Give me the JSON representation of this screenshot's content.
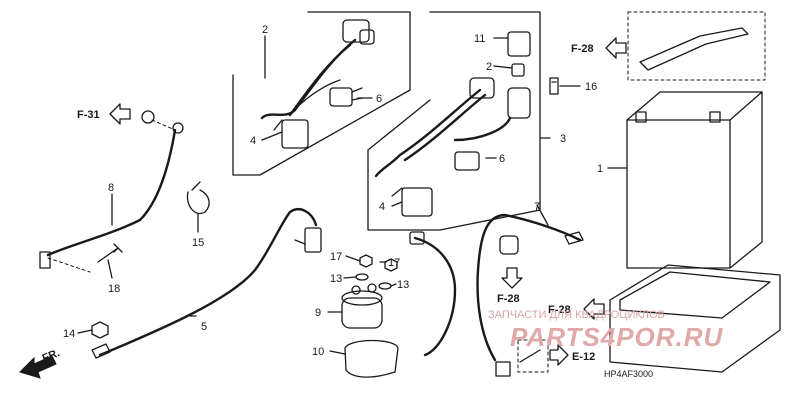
{
  "part_numbers": {
    "p1": "1",
    "p2a": "2",
    "p2b": "2",
    "p3": "3",
    "p4a": "4",
    "p4b": "4",
    "p5": "5",
    "p6a": "6",
    "p6b": "6",
    "p7": "7",
    "p8": "8",
    "p9": "9",
    "p10": "10",
    "p11": "11",
    "p13a": "13",
    "p13b": "13",
    "p14": "14",
    "p15": "15",
    "p16": "16",
    "p17a": "17",
    "p17b": "17",
    "p18": "18"
  },
  "references": {
    "f31": "F-31",
    "f28_top": "F-28",
    "f28_mid": "F-28",
    "f28_right": "F-28",
    "e12": "E-12",
    "fr": "FR."
  },
  "diagram_code": "HP4AF3000",
  "watermark": {
    "top_line": "ЗАПЧАСТИ ДЛЯ КВАДРОЦИКЛОВ",
    "brand": "PARTS4POR.RU"
  },
  "colors": {
    "line": "#1a1a1a",
    "watermark": "#e0a8a8",
    "background": "#ffffff"
  }
}
